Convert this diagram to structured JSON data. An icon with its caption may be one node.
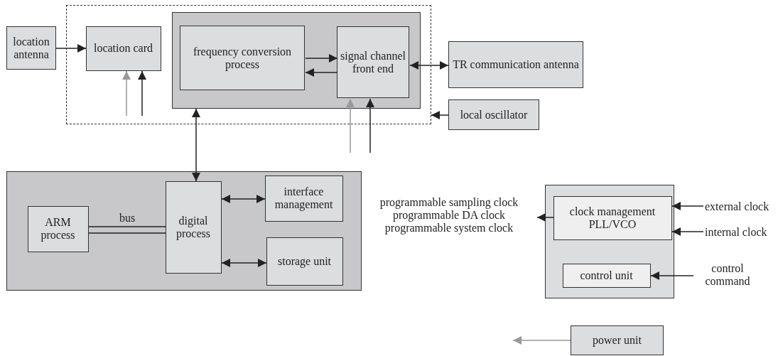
{
  "diagram": {
    "nodes": [
      {
        "text": [
          "location antenna"
        ]
      },
      {
        "text": [],
        "shape": "box"
      },
      {
        "text": [
          "location card"
        ],
        "in": 1
      },
      {
        "text": [],
        "shape": "box",
        "in": 1
      },
      {
        "text": [
          "frequency conversion process"
        ],
        "in": 3
      },
      {
        "text": [
          "signal channel front end"
        ],
        "in": 3
      },
      {
        "text": [
          "TR communication antenna"
        ]
      },
      {
        "text": [
          "local oscillator"
        ]
      },
      {
        "text": [],
        "shape": "box"
      },
      {
        "text": [
          "ARM process"
        ],
        "in": 8
      },
      {
        "text": [
          "digital process"
        ],
        "in": 8
      },
      {
        "text": [
          "interface management"
        ],
        "in": 8
      },
      {
        "text": [
          "storage unit"
        ],
        "in": 8
      },
      {
        "text": [],
        "shape": "box"
      },
      {
        "text": [
          "clock management PLL/VCO"
        ],
        "in": 13
      },
      {
        "text": [
          "control unit"
        ],
        "in": 13
      },
      {
        "text": [
          "power unit"
        ]
      },
      {
        "text": [
          "programmable sampling clock",
          "programmable DA clock",
          "programmable system clock"
        ]
      },
      {
        "text": [
          "external clock"
        ]
      },
      {
        "text": [
          "internal clock"
        ]
      },
      {
        "text": [
          "control command"
        ]
      }
    ],
    "edges": [
      {
        "from": 0,
        "to": 2,
        "arrow": "to"
      },
      {
        "from": 4,
        "to": 5,
        "arrow": "to"
      },
      {
        "from": 5,
        "to": 4,
        "arrow": "to"
      },
      {
        "from": 5,
        "to": 6,
        "arrow": "both"
      },
      {
        "from": 7,
        "to": 1,
        "arrow": "to"
      },
      {
        "from": 3,
        "to": 10,
        "arrow": "both"
      },
      {
        "from": 9,
        "to": 10,
        "arrow": "none",
        "label": "bus"
      },
      {
        "from": 10,
        "to": 11,
        "arrow": "both"
      },
      {
        "from": 10,
        "to": 12,
        "arrow": "both"
      },
      {
        "from": 14,
        "to": 17,
        "arrow": "to"
      },
      {
        "from": 18,
        "to": 14,
        "arrow": "to"
      },
      {
        "from": 19,
        "to": 14,
        "arrow": "to"
      },
      {
        "from": 20,
        "to": 15,
        "arrow": "to"
      },
      {
        "from": null,
        "to": 2,
        "arrow": "to",
        "color": "#999999"
      },
      {
        "from": null,
        "to": 2,
        "arrow": "to"
      },
      {
        "from": null,
        "to": 5,
        "arrow": "to",
        "color": "#999999"
      },
      {
        "from": null,
        "to": 5,
        "arrow": "to"
      },
      {
        "from": 16,
        "to": null,
        "arrow": "to",
        "color": "#999999"
      }
    ]
  }
}
